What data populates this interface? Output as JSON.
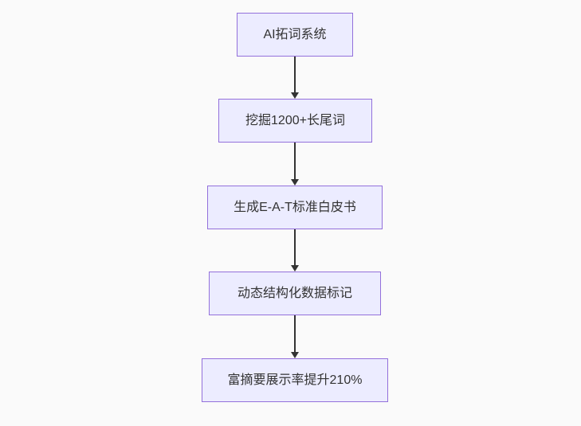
{
  "page": {
    "background": "#fafafa"
  },
  "diagram": {
    "type": "flowchart",
    "direction": "top-down",
    "colors": {
      "node_fill": "#ECECFF",
      "node_border": "#9370DB",
      "node_text": "#333333",
      "arrow_color": "#333333"
    },
    "nodes": [
      {
        "id": "n1",
        "label": "AI拓词系统"
      },
      {
        "id": "n2",
        "label": "挖掘1200+长尾词"
      },
      {
        "id": "n3",
        "label": "生成E-A-T标准白皮书"
      },
      {
        "id": "n4",
        "label": "动态结构化数据标记"
      },
      {
        "id": "n5",
        "label": "富摘要展示率提升210%"
      }
    ],
    "edges": [
      {
        "from": "n1",
        "to": "n2"
      },
      {
        "from": "n2",
        "to": "n3"
      },
      {
        "from": "n3",
        "to": "n4"
      },
      {
        "from": "n4",
        "to": "n5"
      }
    ]
  }
}
